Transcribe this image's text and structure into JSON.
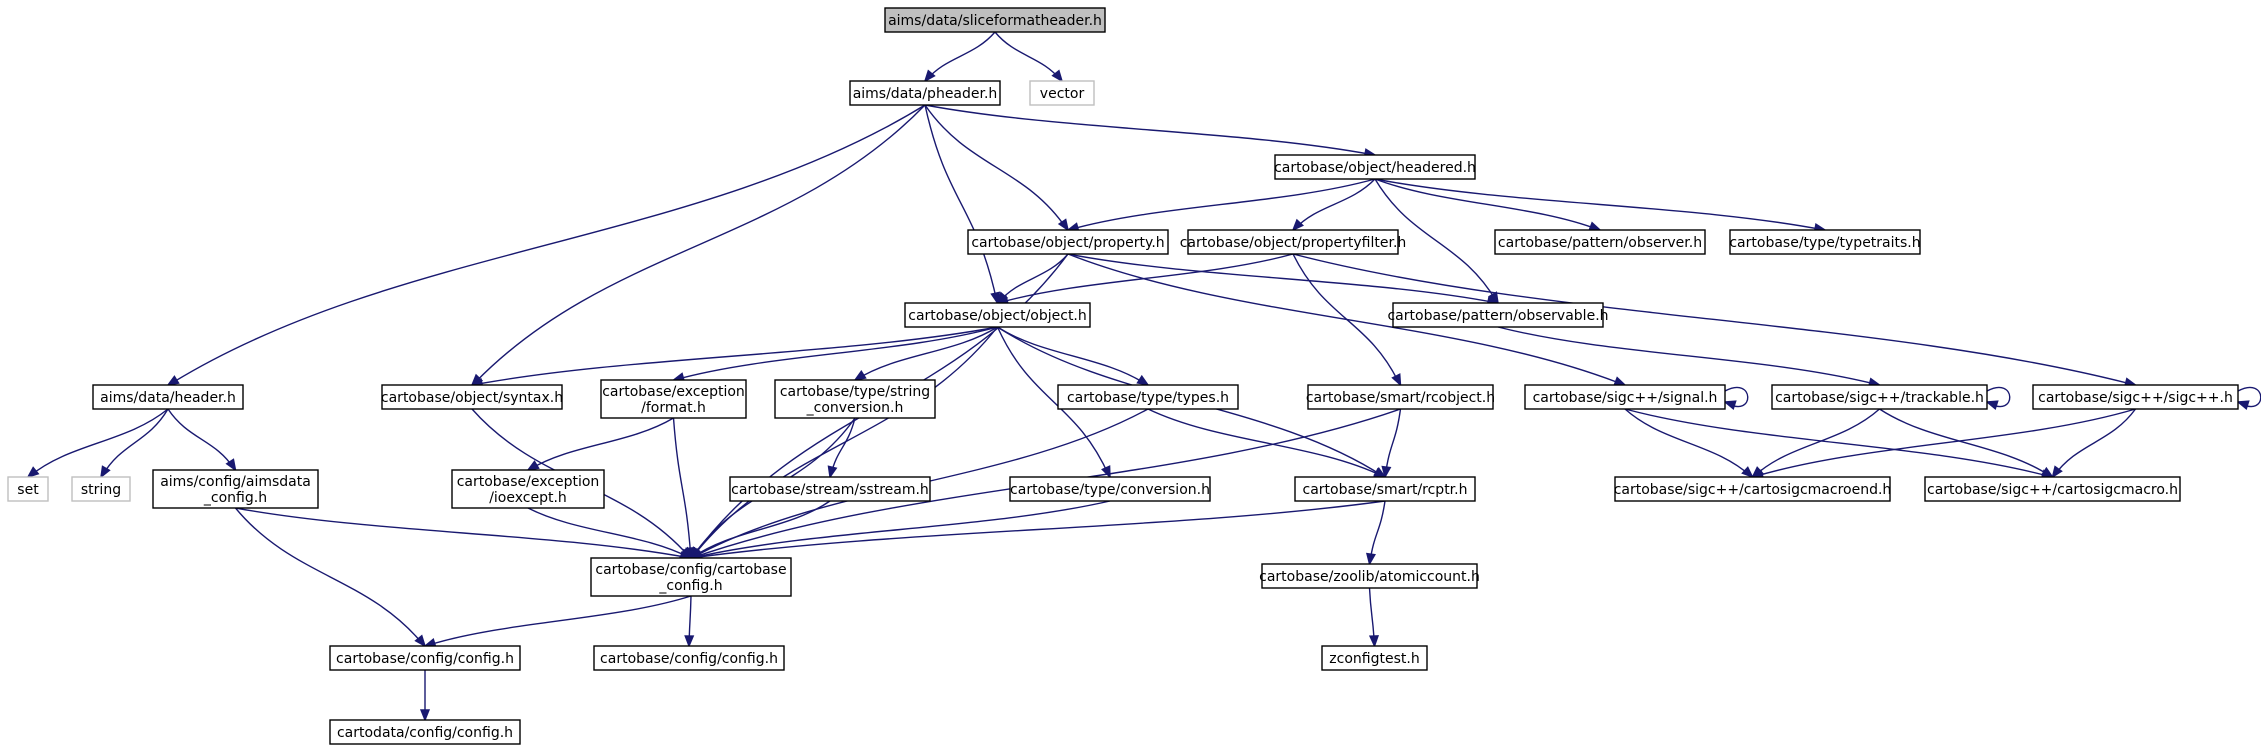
{
  "colors": {
    "edge": "#191970",
    "node_border": "#000000",
    "external_border": "#bfbfbf",
    "root_fill": "#bfbfbf",
    "background": "#ffffff"
  },
  "nodes": [
    {
      "id": "n1",
      "lines": [
        "aims/data/sliceformatheader.h"
      ],
      "kind": "root"
    },
    {
      "id": "n2",
      "lines": [
        "aims/data/pheader.h"
      ],
      "kind": "file"
    },
    {
      "id": "n3",
      "lines": [
        "vector"
      ],
      "kind": "external"
    },
    {
      "id": "n4",
      "lines": [
        "cartobase/object/headered.h"
      ],
      "kind": "file"
    },
    {
      "id": "n5",
      "lines": [
        "cartobase/object/property.h"
      ],
      "kind": "file"
    },
    {
      "id": "n6",
      "lines": [
        "cartobase/object/propertyfilter.h"
      ],
      "kind": "file"
    },
    {
      "id": "n7",
      "lines": [
        "cartobase/pattern/observer.h"
      ],
      "kind": "file"
    },
    {
      "id": "n8",
      "lines": [
        "cartobase/type/typetraits.h"
      ],
      "kind": "file"
    },
    {
      "id": "n9",
      "lines": [
        "cartobase/object/object.h"
      ],
      "kind": "file"
    },
    {
      "id": "n10",
      "lines": [
        "cartobase/pattern/observable.h"
      ],
      "kind": "file"
    },
    {
      "id": "n11",
      "lines": [
        "aims/data/header.h"
      ],
      "kind": "file"
    },
    {
      "id": "n12",
      "lines": [
        "cartobase/object/syntax.h"
      ],
      "kind": "file"
    },
    {
      "id": "n13",
      "lines": [
        "cartobase/exception",
        "/format.h"
      ],
      "kind": "file"
    },
    {
      "id": "n14",
      "lines": [
        "cartobase/type/string",
        "_conversion.h"
      ],
      "kind": "file"
    },
    {
      "id": "n15",
      "lines": [
        "cartobase/type/types.h"
      ],
      "kind": "file"
    },
    {
      "id": "n16",
      "lines": [
        "cartobase/smart/rcobject.h"
      ],
      "kind": "file"
    },
    {
      "id": "n17",
      "lines": [
        "cartobase/sigc++/signal.h"
      ],
      "kind": "file"
    },
    {
      "id": "n18",
      "lines": [
        "cartobase/sigc++/trackable.h"
      ],
      "kind": "file"
    },
    {
      "id": "n19",
      "lines": [
        "cartobase/sigc++/sigc++.h"
      ],
      "kind": "file"
    },
    {
      "id": "n20",
      "lines": [
        "set"
      ],
      "kind": "external"
    },
    {
      "id": "n21",
      "lines": [
        "string"
      ],
      "kind": "external"
    },
    {
      "id": "n22",
      "lines": [
        "aims/config/aimsdata",
        "_config.h"
      ],
      "kind": "file"
    },
    {
      "id": "n23",
      "lines": [
        "cartobase/exception",
        "/ioexcept.h"
      ],
      "kind": "file"
    },
    {
      "id": "n24",
      "lines": [
        "cartobase/stream/sstream.h"
      ],
      "kind": "file"
    },
    {
      "id": "n25",
      "lines": [
        "cartobase/type/conversion.h"
      ],
      "kind": "file"
    },
    {
      "id": "n26",
      "lines": [
        "cartobase/smart/rcptr.h"
      ],
      "kind": "file"
    },
    {
      "id": "n27",
      "lines": [
        "cartobase/sigc++/cartosigcmacroend.h"
      ],
      "kind": "file"
    },
    {
      "id": "n28",
      "lines": [
        "cartobase/sigc++/cartosigcmacro.h"
      ],
      "kind": "file"
    },
    {
      "id": "n29",
      "lines": [
        "cartobase/config/cartobase",
        "_config.h"
      ],
      "kind": "file"
    },
    {
      "id": "n30",
      "lines": [
        "cartobase/zoolib/atomiccount.h"
      ],
      "kind": "file"
    },
    {
      "id": "n31",
      "lines": [
        "cartobase/config/config.h"
      ],
      "kind": "file"
    },
    {
      "id": "n32",
      "lines": [
        "cartobase/config/config.h"
      ],
      "kind": "file"
    },
    {
      "id": "n33",
      "lines": [
        "zconfigtest.h"
      ],
      "kind": "file"
    },
    {
      "id": "n34",
      "lines": [
        "cartodata/config/config.h"
      ],
      "kind": "file"
    }
  ],
  "edges": [
    [
      "n1",
      "n2"
    ],
    [
      "n1",
      "n3"
    ],
    [
      "n2",
      "n4"
    ],
    [
      "n2",
      "n5"
    ],
    [
      "n2",
      "n9"
    ],
    [
      "n2",
      "n11"
    ],
    [
      "n2",
      "n12"
    ],
    [
      "n4",
      "n5"
    ],
    [
      "n4",
      "n6"
    ],
    [
      "n4",
      "n7"
    ],
    [
      "n4",
      "n8"
    ],
    [
      "n4",
      "n10"
    ],
    [
      "n5",
      "n9"
    ],
    [
      "n5",
      "n10"
    ],
    [
      "n5",
      "n17"
    ],
    [
      "n5",
      "n29"
    ],
    [
      "n6",
      "n9"
    ],
    [
      "n6",
      "n16"
    ],
    [
      "n6",
      "n19"
    ],
    [
      "n9",
      "n12"
    ],
    [
      "n9",
      "n13"
    ],
    [
      "n9",
      "n14"
    ],
    [
      "n9",
      "n15"
    ],
    [
      "n9",
      "n25"
    ],
    [
      "n9",
      "n26"
    ],
    [
      "n9",
      "n29"
    ],
    [
      "n10",
      "n18"
    ],
    [
      "n11",
      "n20"
    ],
    [
      "n11",
      "n21"
    ],
    [
      "n11",
      "n22"
    ],
    [
      "n12",
      "n29"
    ],
    [
      "n13",
      "n23"
    ],
    [
      "n13",
      "n29"
    ],
    [
      "n14",
      "n24"
    ],
    [
      "n14",
      "n29"
    ],
    [
      "n15",
      "n26"
    ],
    [
      "n15",
      "n29"
    ],
    [
      "n16",
      "n26"
    ],
    [
      "n16",
      "n29"
    ],
    [
      "n17",
      "n17"
    ],
    [
      "n17",
      "n27"
    ],
    [
      "n17",
      "n28"
    ],
    [
      "n18",
      "n18"
    ],
    [
      "n18",
      "n27"
    ],
    [
      "n18",
      "n28"
    ],
    [
      "n19",
      "n19"
    ],
    [
      "n19",
      "n27"
    ],
    [
      "n19",
      "n28"
    ],
    [
      "n22",
      "n29"
    ],
    [
      "n22",
      "n31"
    ],
    [
      "n23",
      "n29"
    ],
    [
      "n24",
      "n29"
    ],
    [
      "n25",
      "n29"
    ],
    [
      "n26",
      "n29"
    ],
    [
      "n26",
      "n30"
    ],
    [
      "n29",
      "n31"
    ],
    [
      "n29",
      "n32"
    ],
    [
      "n30",
      "n33"
    ],
    [
      "n31",
      "n34"
    ]
  ]
}
